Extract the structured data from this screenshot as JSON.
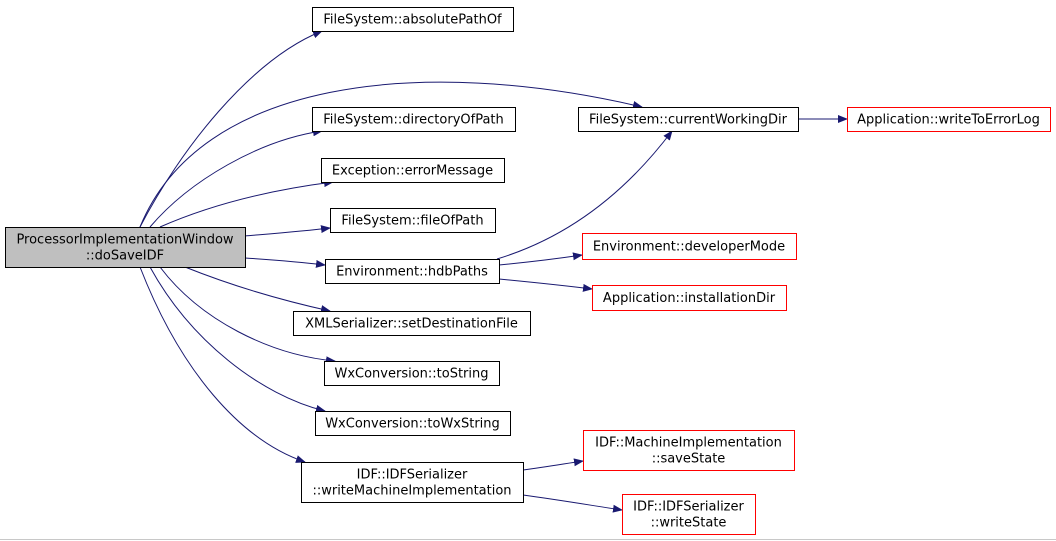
{
  "colors": {
    "edge": "#191970",
    "root_fill": "#bfbfbf",
    "node_fill": "#ffffff",
    "node_border": "#000000",
    "external_border": "#ff0000",
    "text": "#000000"
  },
  "nodes": {
    "root": {
      "lines": [
        "ProcessorImplementationWindow",
        "::doSaveIDF"
      ],
      "kind": "root"
    },
    "absolutePathOf": {
      "lines": [
        "FileSystem::absolutePathOf"
      ],
      "kind": "normal"
    },
    "currentWorkingDir": {
      "lines": [
        "FileSystem::currentWorkingDir"
      ],
      "kind": "normal"
    },
    "writeToErrorLog": {
      "lines": [
        "Application::writeToErrorLog"
      ],
      "kind": "external"
    },
    "directoryOfPath": {
      "lines": [
        "FileSystem::directoryOfPath"
      ],
      "kind": "normal"
    },
    "errorMessage": {
      "lines": [
        "Exception::errorMessage"
      ],
      "kind": "normal"
    },
    "fileOfPath": {
      "lines": [
        "FileSystem::fileOfPath"
      ],
      "kind": "normal"
    },
    "hdbPaths": {
      "lines": [
        "Environment::hdbPaths"
      ],
      "kind": "normal"
    },
    "developerMode": {
      "lines": [
        "Environment::developerMode"
      ],
      "kind": "external"
    },
    "installationDir": {
      "lines": [
        "Application::installationDir"
      ],
      "kind": "external"
    },
    "setDestinationFile": {
      "lines": [
        "XMLSerializer::setDestinationFile"
      ],
      "kind": "normal"
    },
    "toString": {
      "lines": [
        "WxConversion::toString"
      ],
      "kind": "normal"
    },
    "toWxString": {
      "lines": [
        "WxConversion::toWxString"
      ],
      "kind": "normal"
    },
    "writeMachineImplementation": {
      "lines": [
        "IDF::IDFSerializer",
        "::writeMachineImplementation"
      ],
      "kind": "normal"
    },
    "saveState": {
      "lines": [
        "IDF::MachineImplementation",
        "::saveState"
      ],
      "kind": "external"
    },
    "writeState": {
      "lines": [
        "IDF::IDFSerializer",
        "::writeState"
      ],
      "kind": "external"
    }
  },
  "edges": [
    [
      "root",
      "absolutePathOf"
    ],
    [
      "root",
      "currentWorkingDir"
    ],
    [
      "root",
      "directoryOfPath"
    ],
    [
      "root",
      "errorMessage"
    ],
    [
      "root",
      "fileOfPath"
    ],
    [
      "root",
      "hdbPaths"
    ],
    [
      "root",
      "setDestinationFile"
    ],
    [
      "root",
      "toString"
    ],
    [
      "root",
      "toWxString"
    ],
    [
      "root",
      "writeMachineImplementation"
    ],
    [
      "currentWorkingDir",
      "writeToErrorLog"
    ],
    [
      "hdbPaths",
      "currentWorkingDir"
    ],
    [
      "hdbPaths",
      "developerMode"
    ],
    [
      "hdbPaths",
      "installationDir"
    ],
    [
      "writeMachineImplementation",
      "saveState"
    ],
    [
      "writeMachineImplementation",
      "writeState"
    ]
  ]
}
